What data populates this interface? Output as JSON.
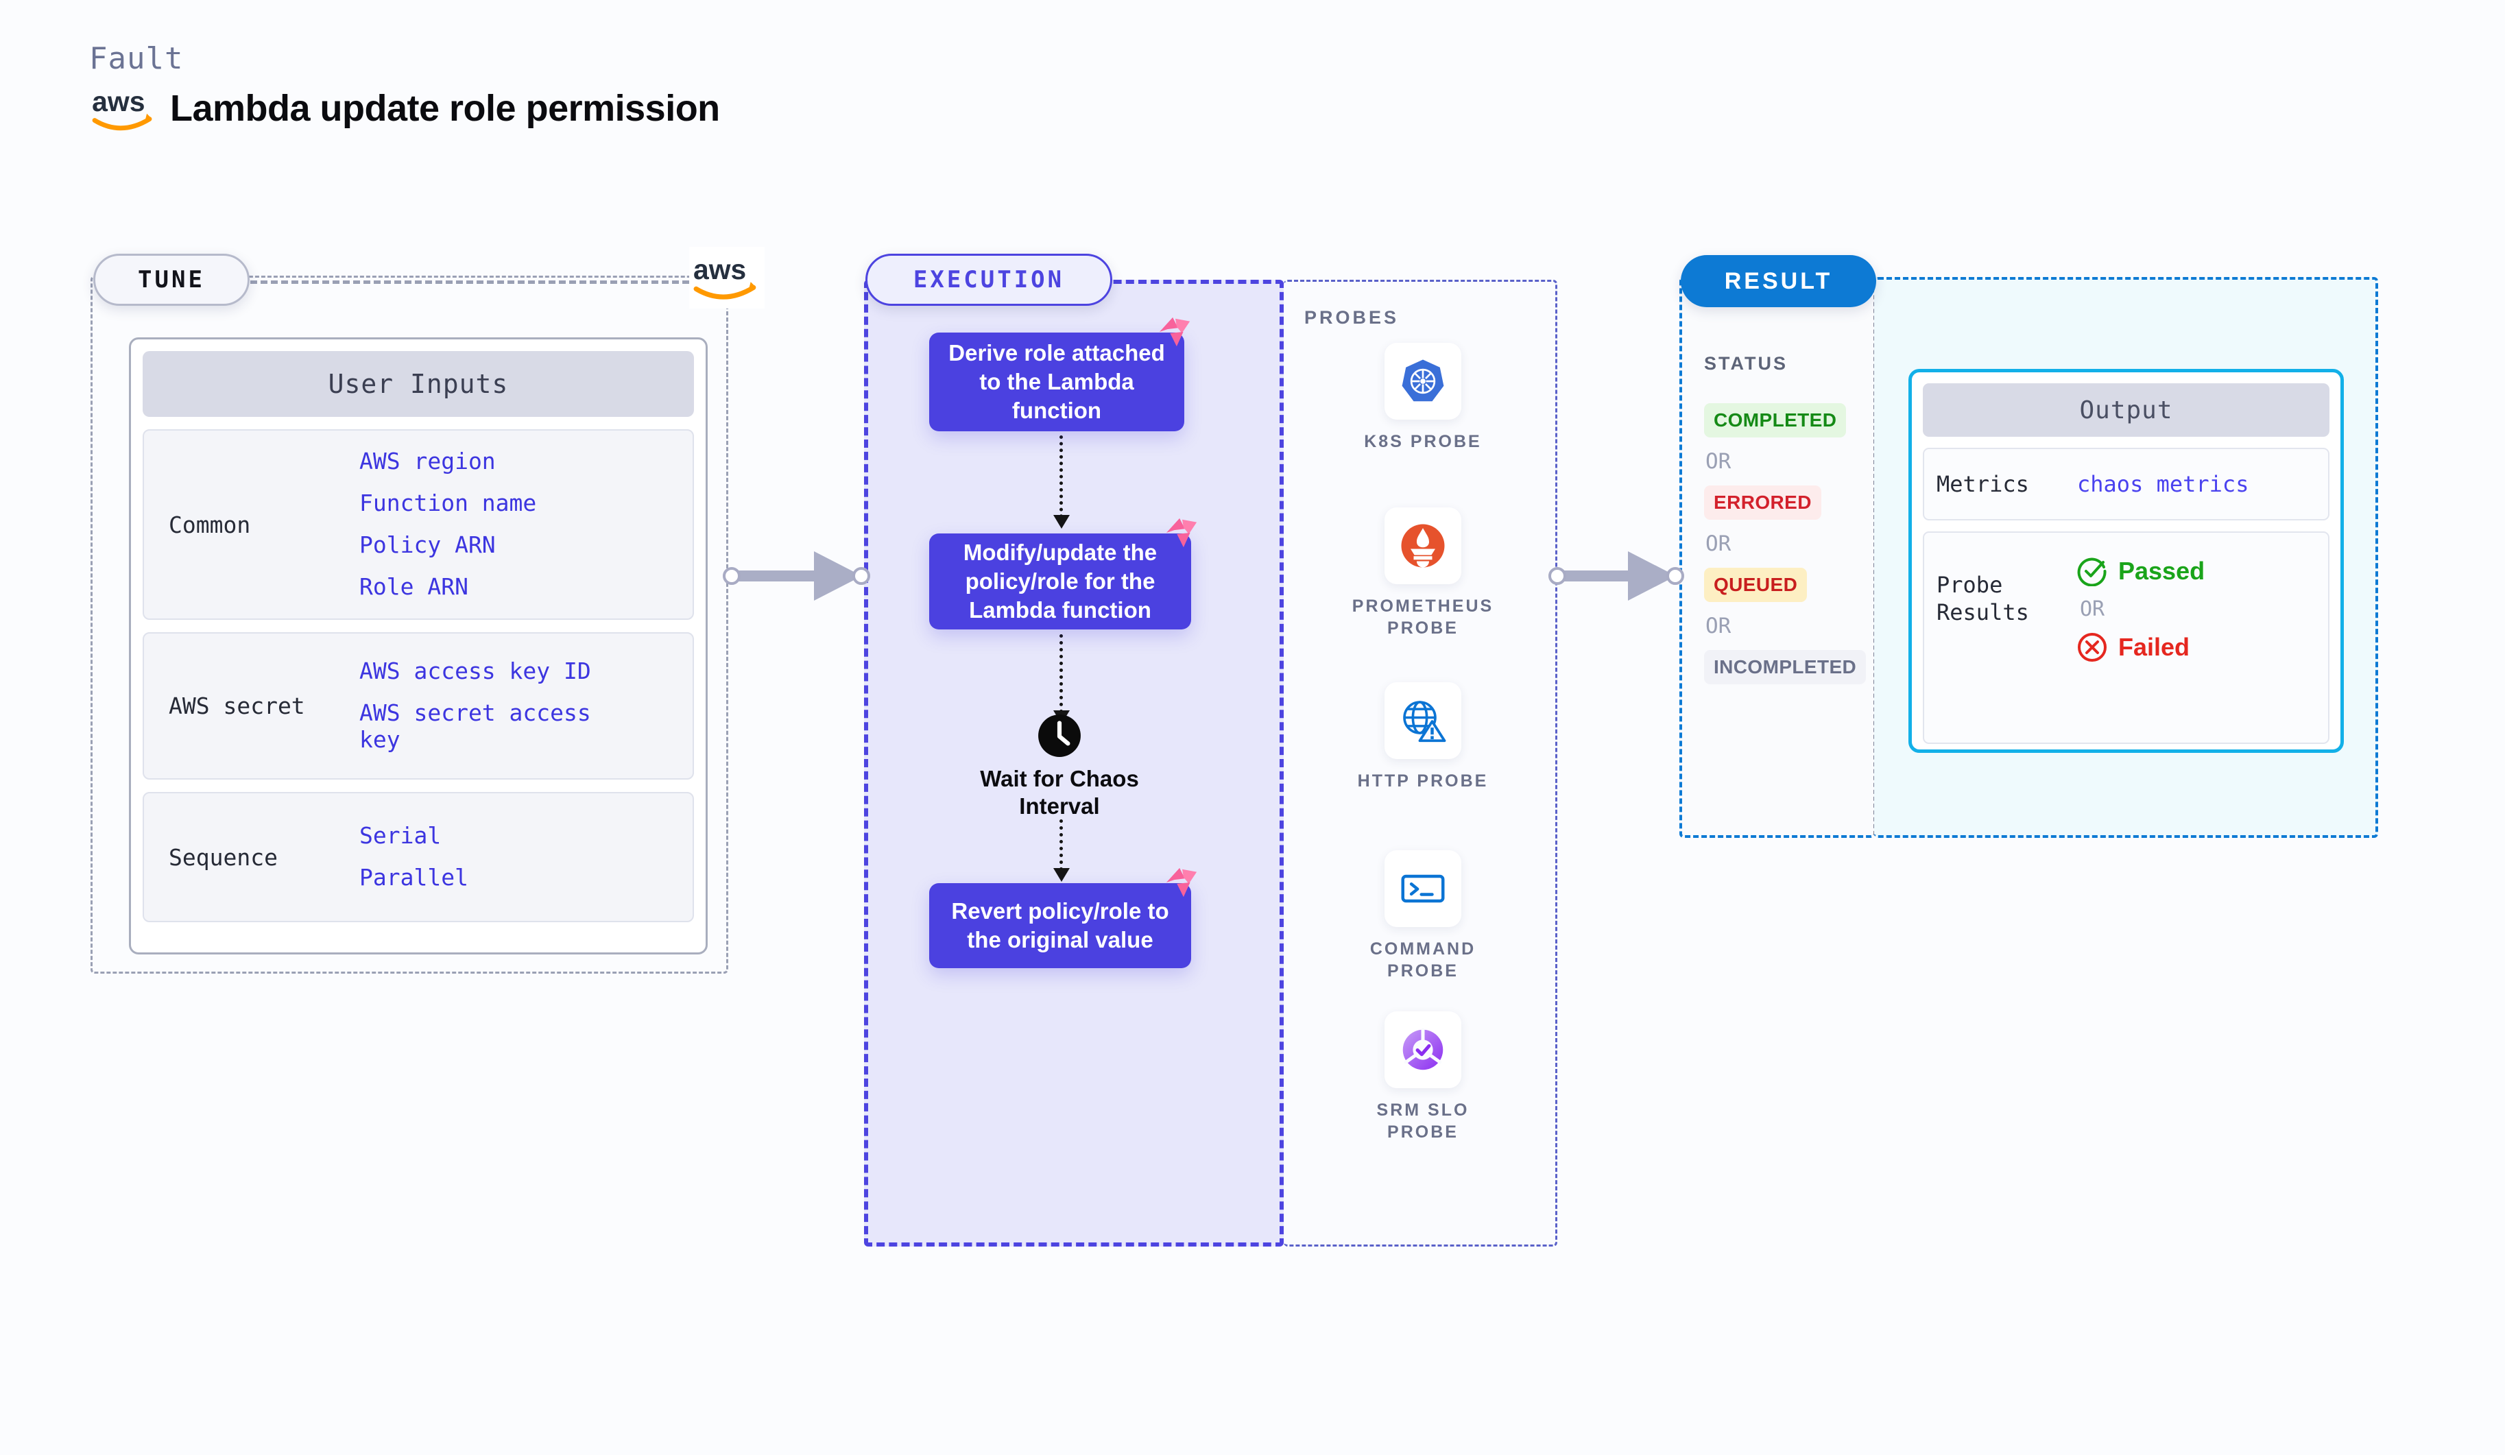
{
  "header": {
    "kicker": "Fault",
    "title": "Lambda update role permission",
    "brand_icon": "aws-logo"
  },
  "colors": {
    "execution_accent": "#4d44e0",
    "execution_node": "#4b41e0",
    "result_accent": "#0d7ad4",
    "output_border": "#12b0e8",
    "tune_border": "#9aa0b4",
    "value_text": "#3c35e0",
    "connector": "#aaaec6",
    "litmus_pink": "#f8629b"
  },
  "tune": {
    "pill_label": "TUNE",
    "brand_icon": "aws-logo",
    "card_title": "User Inputs",
    "groups": [
      {
        "label": "Common",
        "values": [
          "AWS region",
          "Function name",
          "Policy ARN",
          "Role ARN"
        ]
      },
      {
        "label": "AWS secret",
        "values": [
          "AWS access key ID",
          "AWS secret access key"
        ]
      },
      {
        "label": "Sequence",
        "values": [
          "Serial",
          "Parallel"
        ]
      }
    ]
  },
  "execution": {
    "pill_label": "EXECUTION",
    "nodes": [
      {
        "text": "Derive role attached to the Lambda function",
        "badge_icon": "litmus-chaos-icon"
      },
      {
        "text": "Modify/update the policy/role for the Lambda function",
        "badge_icon": "litmus-chaos-icon"
      },
      {
        "text": "Revert policy/role to the original value",
        "badge_icon": "litmus-chaos-icon"
      }
    ],
    "wait": {
      "icon": "clock-icon",
      "label": "Wait for Chaos Interval"
    }
  },
  "probes": {
    "title": "PROBES",
    "items": [
      {
        "label": "K8S PROBE",
        "icon": "kubernetes-icon"
      },
      {
        "label": "PROMETHEUS PROBE",
        "icon": "prometheus-icon"
      },
      {
        "label": "HTTP PROBE",
        "icon": "http-globe-warning-icon"
      },
      {
        "label": "COMMAND PROBE",
        "icon": "terminal-icon"
      },
      {
        "label": "SRM SLO PROBE",
        "icon": "srm-slo-icon"
      }
    ]
  },
  "result": {
    "pill_label": "RESULT",
    "status_title": "STATUS",
    "or_label": "OR",
    "statuses": [
      {
        "label": "COMPLETED",
        "style": "st-completed"
      },
      {
        "label": "ERRORED",
        "style": "st-errored"
      },
      {
        "label": "QUEUED",
        "style": "st-queued"
      },
      {
        "label": "INCOMPLETED",
        "style": "st-incompleted"
      }
    ],
    "output": {
      "title": "Output",
      "metrics_label": "Metrics",
      "metrics_value": "chaos metrics",
      "probe_label": "Probe Results",
      "passed_label": "Passed",
      "failed_label": "Failed",
      "or_label": "OR"
    }
  }
}
